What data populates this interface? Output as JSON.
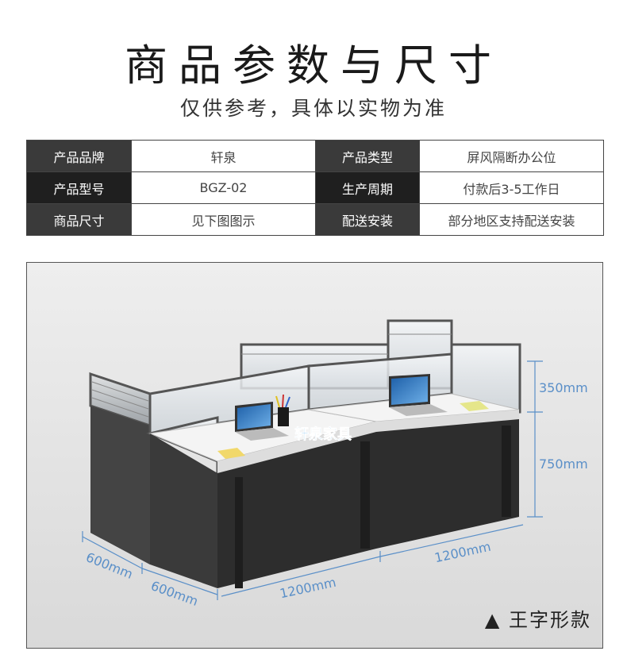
{
  "header": {
    "title": "商品参数与尺寸",
    "subtitle": "仅供参考，具体以实物为准"
  },
  "params": [
    {
      "label1": "产品品牌",
      "value1": "轩泉",
      "label2": "产品类型",
      "value2": "屏风隔断办公位"
    },
    {
      "label1": "产品型号",
      "value1": "BGZ-02",
      "label2": "生产周期",
      "value2": "付款后3-5工作日"
    },
    {
      "label1": "商品尺寸",
      "value1": "见下图图示",
      "label2": "配送安装",
      "value2": "部分地区支持配送安装"
    }
  ],
  "figure": {
    "brand_sign": "轩泉家具",
    "dims": {
      "screen_height": "350mm",
      "desk_height": "750mm",
      "depth_left": "600mm",
      "depth_right": "600mm",
      "width_front": "1200mm",
      "width_back": "1200mm"
    },
    "caption": "▲ 王字形款"
  },
  "colors": {
    "table_key_bg": "#3a3a3a",
    "dimension_blue": "#5a8fc8",
    "panel_dark": "#3c3c3c",
    "desk_white": "#f4f4f4"
  }
}
